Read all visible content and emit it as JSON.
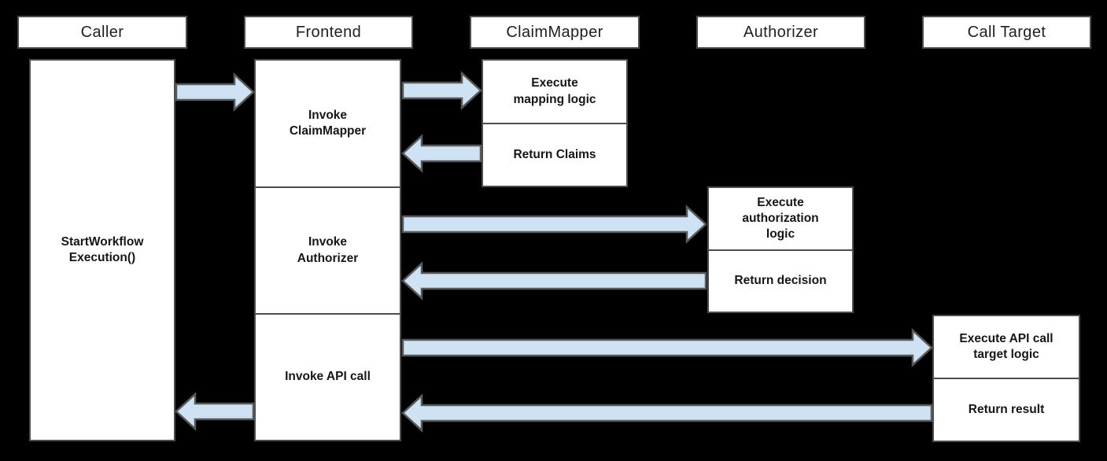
{
  "diagram": {
    "type": "sequence-diagram",
    "lanes": [
      {
        "id": "caller",
        "label": "Caller"
      },
      {
        "id": "frontend",
        "label": "Frontend"
      },
      {
        "id": "claimmapper",
        "label": "ClaimMapper"
      },
      {
        "id": "authorizer",
        "label": "Authorizer"
      },
      {
        "id": "call_target",
        "label": "Call Target"
      }
    ],
    "boxes": {
      "caller_main": "StartWorkflow\nExecution()",
      "frontend_invoke_claimmapper": "Invoke\nClaimMapper",
      "frontend_invoke_authorizer": "Invoke\nAuthorizer",
      "frontend_invoke_api_call": "Invoke API call",
      "claimmapper_execute": "Execute\nmapping logic",
      "claimmapper_return": "Return Claims",
      "authorizer_execute": "Execute\nauthorization\nlogic",
      "authorizer_return": "Return decision",
      "calltarget_execute": "Execute API call\ntarget logic",
      "calltarget_return": "Return result"
    },
    "arrows": [
      {
        "from": "caller",
        "to": "frontend",
        "direction": "right"
      },
      {
        "from": "frontend",
        "to": "claimmapper",
        "direction": "right"
      },
      {
        "from": "claimmapper",
        "to": "frontend",
        "direction": "left"
      },
      {
        "from": "frontend",
        "to": "authorizer",
        "direction": "right"
      },
      {
        "from": "authorizer",
        "to": "frontend",
        "direction": "left"
      },
      {
        "from": "frontend",
        "to": "call_target",
        "direction": "right"
      },
      {
        "from": "call_target",
        "to": "frontend",
        "direction": "left"
      },
      {
        "from": "frontend",
        "to": "caller",
        "direction": "left"
      }
    ],
    "colors": {
      "background": "#000000",
      "box_fill": "#ffffff",
      "box_border": "#4d4d4d",
      "arrow_fill": "#cfe2f3",
      "arrow_stroke": "#58595b",
      "text": "#161616"
    }
  }
}
